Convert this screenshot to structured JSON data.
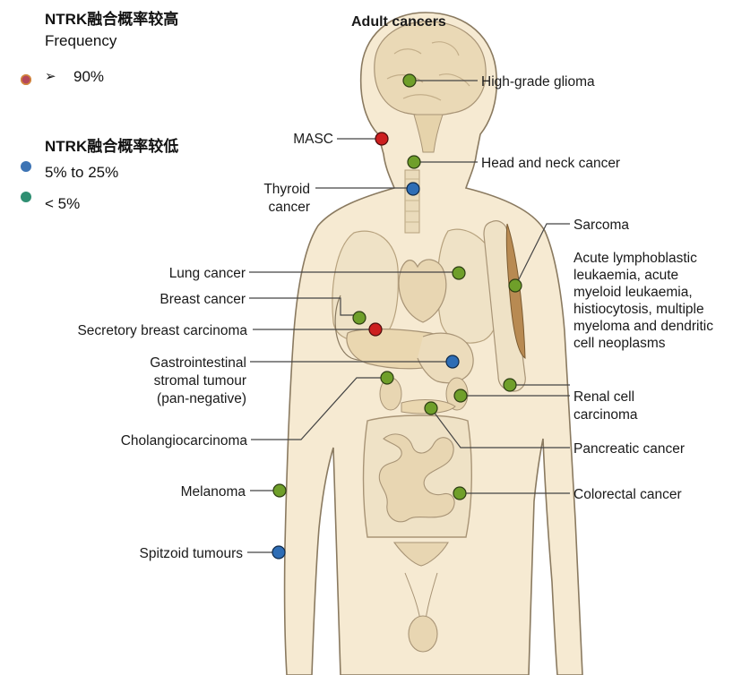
{
  "legend": {
    "high_heading": "NTRK融合概率较高",
    "frequency_label": "Frequency",
    "high_bullet": "➢",
    "high_value": "90%",
    "low_heading": "NTRK融合概率较低",
    "mid_value": "5% to 25%",
    "low_value": "< 5%"
  },
  "colors": {
    "high": "#cc1f1f",
    "mid": "#2e6db5",
    "low": "#6f9f2a",
    "legend_high": "#b5485a",
    "legend_mid": "#3d74b4",
    "legend_low": "#2f8f72",
    "body_fill": "#f6ead2",
    "body_stroke": "#8a7a60",
    "organ_fill": "#efe2c6"
  },
  "diagram": {
    "title": "Adult cancers",
    "labels": {
      "high_grade_glioma": "High-grade glioma",
      "masc": "MASC",
      "head_neck": "Head and neck cancer",
      "thyroid_1": "Thyroid",
      "thyroid_2": "cancer",
      "sarcoma": "Sarcoma",
      "leuk_1": "Acute lymphoblastic",
      "leuk_2": "leukaemia, acute",
      "leuk_3": "myeloid leukaemia,",
      "leuk_4": "histiocytosis, multiple",
      "leuk_5": "myeloma and dendritic",
      "leuk_6": "cell neoplasms",
      "lung": "Lung cancer",
      "breast": "Breast cancer",
      "secretory_breast": "Secretory breast carcinoma",
      "gist_1": "Gastrointestinal",
      "gist_2": "stromal tumour",
      "gist_3": "(pan-negative)",
      "renal_1": "Renal cell",
      "renal_2": "carcinoma",
      "cholangio": "Cholangiocarcinoma",
      "pancreatic": "Pancreatic cancer",
      "melanoma": "Melanoma",
      "colorectal": "Colorectal cancer",
      "spitzoid": "Spitzoid tumours"
    },
    "sites": [
      {
        "id": "glioma",
        "frequency": "< 5%",
        "group": "low"
      },
      {
        "id": "masc",
        "frequency": "90%",
        "group": "high"
      },
      {
        "id": "head_neck",
        "frequency": "< 5%",
        "group": "low"
      },
      {
        "id": "thyroid",
        "frequency": "5% to 25%",
        "group": "mid"
      },
      {
        "id": "sarcoma",
        "frequency": "< 5%",
        "group": "low"
      },
      {
        "id": "leukaemia",
        "frequency": "< 5%",
        "group": "low"
      },
      {
        "id": "lung",
        "frequency": "< 5%",
        "group": "low"
      },
      {
        "id": "breast",
        "frequency": "< 5%",
        "group": "low"
      },
      {
        "id": "secretory_breast",
        "frequency": "90%",
        "group": "high"
      },
      {
        "id": "gist",
        "frequency": "5% to 25%",
        "group": "mid"
      },
      {
        "id": "renal",
        "frequency": "< 5%",
        "group": "low"
      },
      {
        "id": "cholangio",
        "frequency": "< 5%",
        "group": "low"
      },
      {
        "id": "pancreatic",
        "frequency": "< 5%",
        "group": "low"
      },
      {
        "id": "melanoma",
        "frequency": "< 5%",
        "group": "low"
      },
      {
        "id": "colorectal",
        "frequency": "< 5%",
        "group": "low"
      },
      {
        "id": "spitzoid",
        "frequency": "5% to 25%",
        "group": "mid"
      }
    ]
  }
}
